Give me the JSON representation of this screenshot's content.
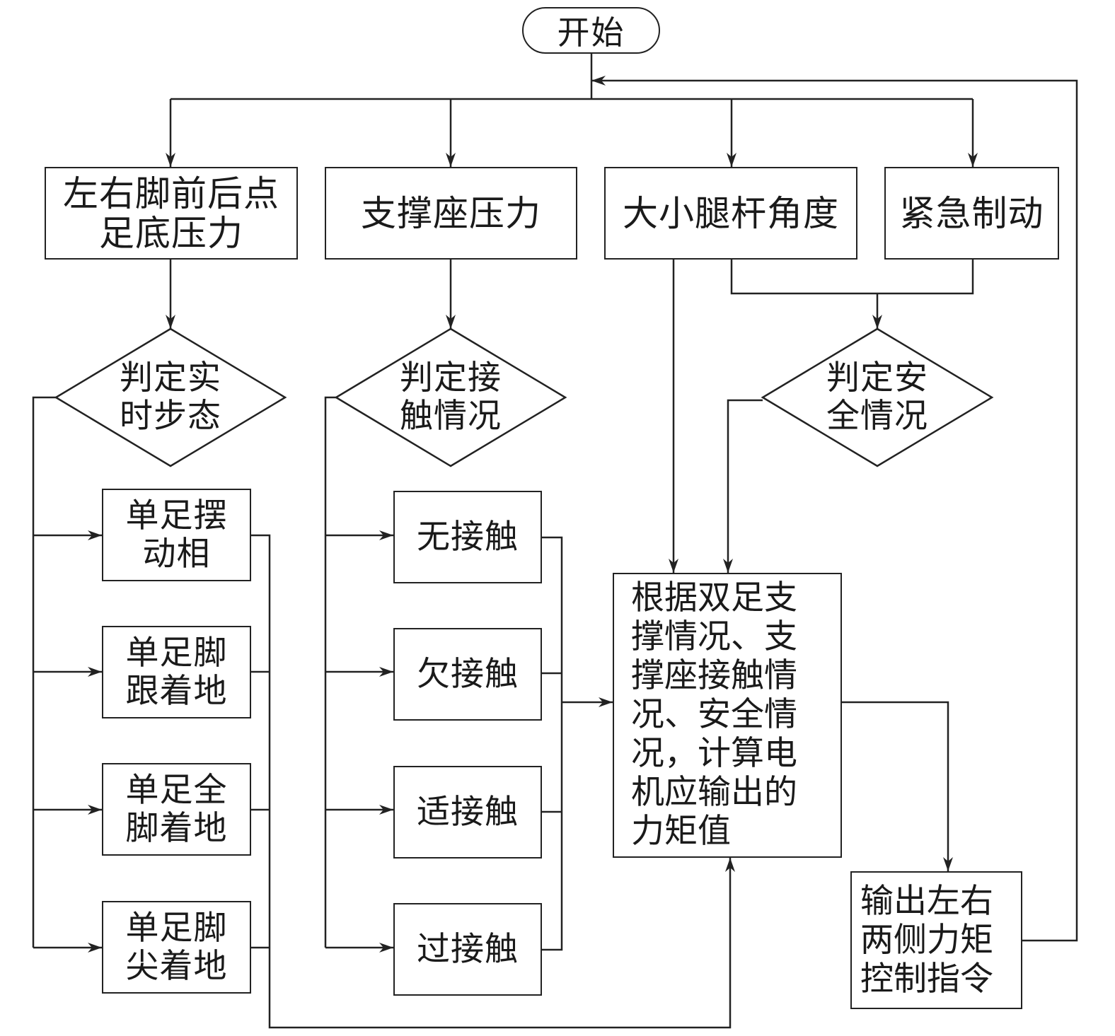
{
  "start": "开始",
  "inputs": {
    "foot_pressure": "左右脚前后点\n足底压力",
    "seat_pressure": "支撑座压力",
    "leg_angle": "大小腿杆角度",
    "emergency_brake": "紧急制动"
  },
  "decisions": {
    "gait": "判定实\n时步态",
    "contact": "判定接\n触情况",
    "safety": "判定安\n全情况"
  },
  "gait_states": [
    "单足摆\n动相",
    "单足脚\n跟着地",
    "单足全\n脚着地",
    "单足脚\n尖着地"
  ],
  "contact_states": [
    "无接触",
    "欠接触",
    "适接触",
    "过接触"
  ],
  "compute": "根据双足支\n撑情况、支\n撑座接触情\n况、安全情\n况，计算电\n机应输出的\n力矩值",
  "output": "输出左右\n两侧力矩\n控制指令"
}
